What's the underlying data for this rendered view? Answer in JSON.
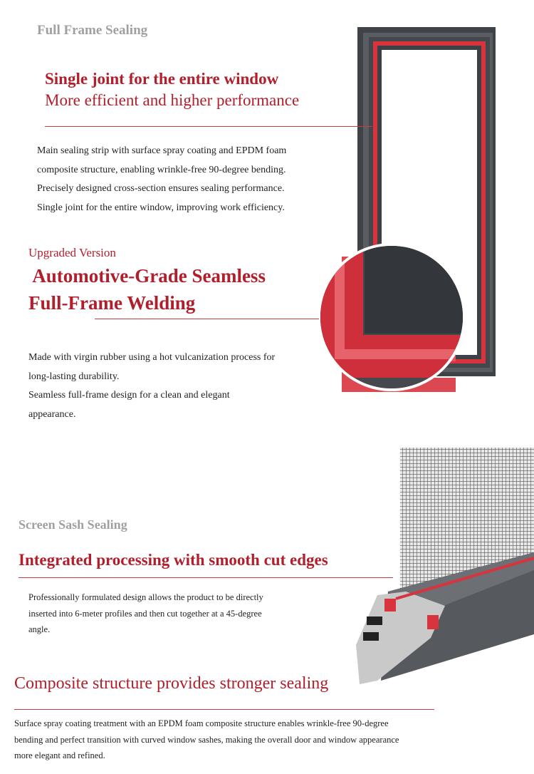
{
  "section1": {
    "label": "Full Frame Sealing",
    "title": "Single joint for the entire window",
    "subtitle": "More efficient and higher performance",
    "body": [
      "Main sealing strip with surface spray coating and EPDM foam",
      "composite structure, enabling wrinkle-free 90-degree bending.",
      "Precisely designed cross-section ensures sealing performance.",
      "Single joint for the entire window, improving work efficiency."
    ]
  },
  "section2": {
    "label": "Upgraded Version",
    "title_line1": " Automotive-Grade Seamless",
    "title_line2": "Full-Frame Welding",
    "body": [
      "Made with virgin rubber using a hot vulcanization process for",
      "long-lasting durability.",
      "Seamless full-frame design for a clean and elegant",
      "appearance."
    ]
  },
  "section3": {
    "label": "Screen Sash Sealing",
    "title": "Integrated processing with smooth cut edges",
    "body": [
      "Professionally formulated design allows the product to be directly",
      "inserted into 6-meter profiles and then cut together at a 45-degree",
      "angle."
    ]
  },
  "section4": {
    "title": "Composite structure provides stronger sealing",
    "body": [
      "Surface spray coating treatment with an EPDM foam composite structure enables wrinkle-free 90-degree",
      "bending and perfect transition with curved window sashes, making the overall door and window appearance",
      "more elegant and refined."
    ]
  },
  "colors": {
    "accent": "#b01f2b",
    "label_gray": "#a0a0a0",
    "frame": "#4b4e53"
  }
}
